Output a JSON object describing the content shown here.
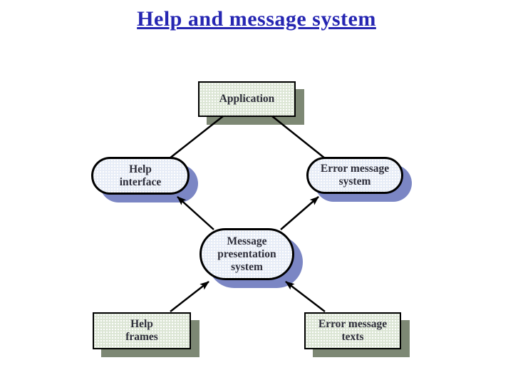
{
  "title": {
    "text": "Help and message system",
    "color": "#2626b2"
  },
  "nodes": {
    "application": {
      "label": "Application",
      "shape": "rectangle",
      "fill": "#dce6d5",
      "shadow_color": "#7d8874"
    },
    "help_interface": {
      "label": "Help\ninterface",
      "shape": "rounded",
      "fill": "#e7edf7",
      "shadow_color": "#7b86c4"
    },
    "error_message_system": {
      "label": "Error message\nsystem",
      "shape": "rounded",
      "fill": "#e7edf7",
      "shadow_color": "#7b86c4"
    },
    "message_presentation_system": {
      "label": "Message\npresentation\nsystem",
      "shape": "rounded",
      "fill": "#e7edf7",
      "shadow_color": "#7b86c4"
    },
    "help_frames": {
      "label": "Help\nframes",
      "shape": "rectangle",
      "fill": "#dce6d5",
      "shadow_color": "#7d8874"
    },
    "error_message_texts": {
      "label": "Error message\ntexts",
      "shape": "rectangle",
      "fill": "#dce6d5",
      "shadow_color": "#7d8874"
    }
  },
  "edges": [
    {
      "from": "application",
      "to": "help_interface",
      "arrow": "none"
    },
    {
      "from": "application",
      "to": "error_message_system",
      "arrow": "none"
    },
    {
      "from": "message_presentation_system",
      "to": "help_interface",
      "arrow": "end"
    },
    {
      "from": "message_presentation_system",
      "to": "error_message_system",
      "arrow": "end"
    },
    {
      "from": "help_frames",
      "to": "message_presentation_system",
      "arrow": "end"
    },
    {
      "from": "error_message_texts",
      "to": "message_presentation_system",
      "arrow": "end"
    }
  ],
  "colors": {
    "line": "#000000",
    "node_border": "#000000",
    "node_text": "#2e2e3a",
    "background": "#ffffff"
  }
}
